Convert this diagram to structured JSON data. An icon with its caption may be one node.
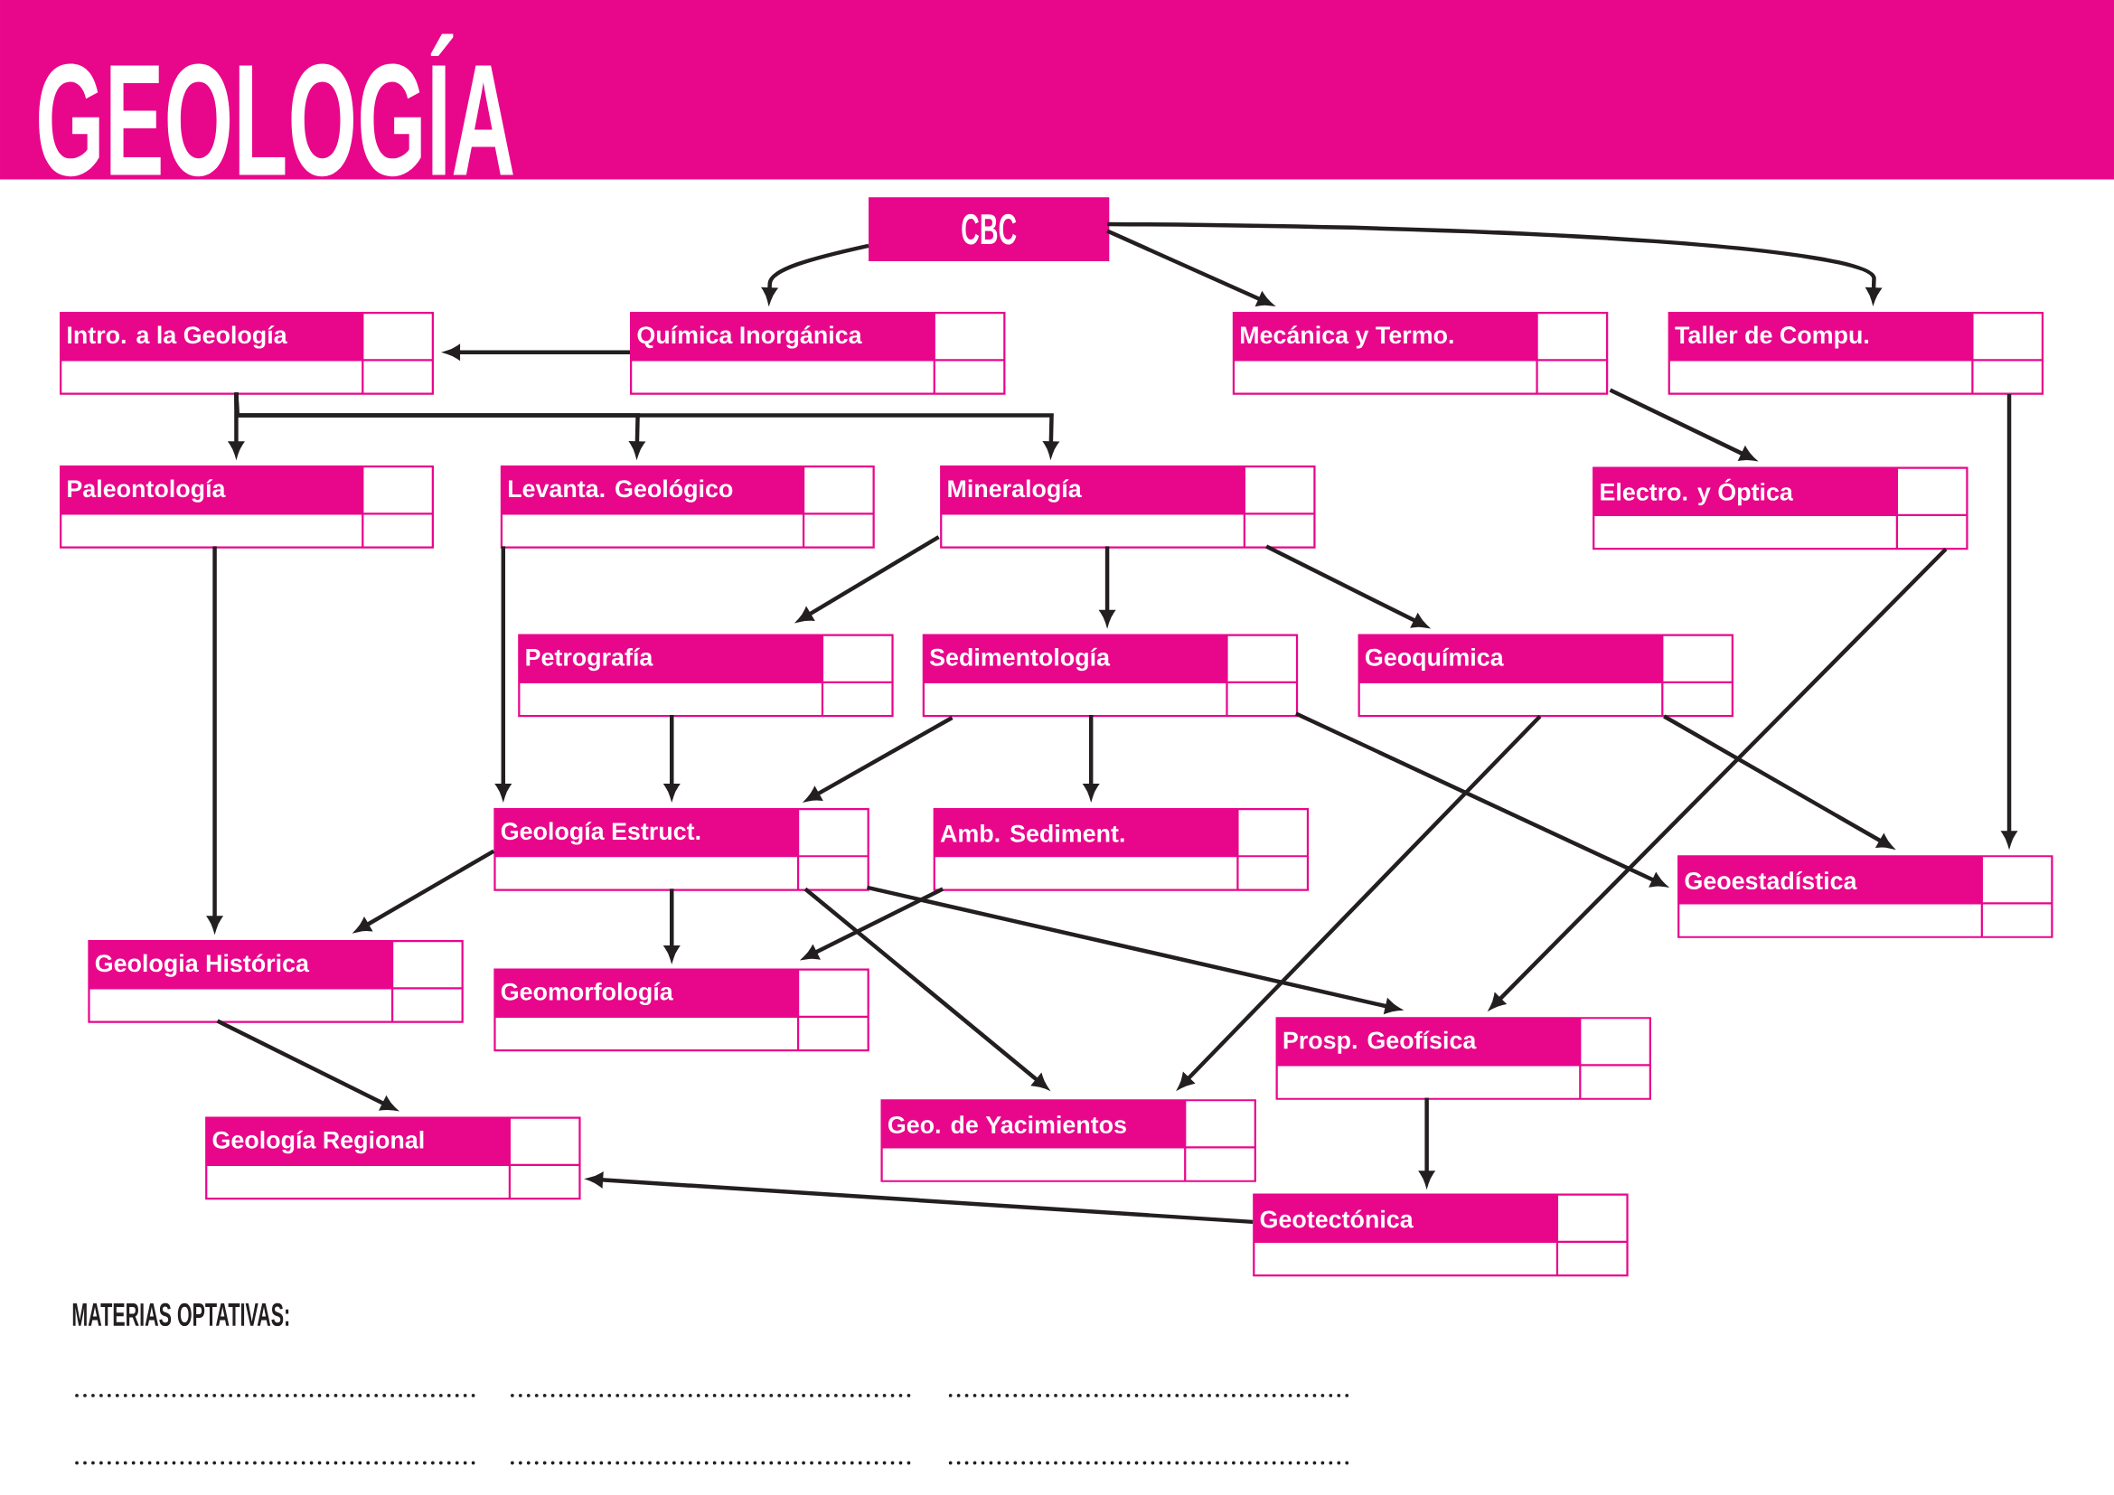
{
  "diagram": {
    "title": "GEOLOGÍA",
    "nodes": [
      {
        "text": [
          "CBC"
        ]
      },
      {
        "text": [
          "Intro. a la Geología"
        ]
      },
      {
        "text": [
          "Química Inorgánica"
        ]
      },
      {
        "text": [
          "Mecánica y Termo."
        ]
      },
      {
        "text": [
          "Taller de Compu."
        ]
      },
      {
        "text": [
          "Paleontología"
        ]
      },
      {
        "text": [
          "Levanta. Geológico"
        ]
      },
      {
        "text": [
          "Mineralogía"
        ]
      },
      {
        "text": [
          "Electro. y Óptica"
        ]
      },
      {
        "text": [
          "Petrografía"
        ]
      },
      {
        "text": [
          "Sedimentología"
        ]
      },
      {
        "text": [
          "Geoquímica"
        ]
      },
      {
        "text": [
          "Geología Estruct."
        ]
      },
      {
        "text": [
          "Amb. Sediment."
        ]
      },
      {
        "text": [
          "Geoestadística"
        ]
      },
      {
        "text": [
          "Geologia Histórica"
        ]
      },
      {
        "text": [
          "Geomorfología"
        ]
      },
      {
        "text": [
          "Prosp. Geofísica"
        ]
      },
      {
        "text": [
          "Geo. de Yacimientos"
        ]
      },
      {
        "text": [
          "Geología Regional"
        ]
      },
      {
        "text": [
          "Geotectónica"
        ]
      }
    ],
    "edges": [
      {
        "from": 0,
        "to": 2,
        "arrow": "to"
      },
      {
        "from": 0,
        "to": 3,
        "arrow": "to"
      },
      {
        "from": 0,
        "to": 4,
        "arrow": "to"
      },
      {
        "from": 2,
        "to": 1,
        "arrow": "to"
      },
      {
        "from": 1,
        "to": 5,
        "arrow": "to"
      },
      {
        "from": 1,
        "to": 6,
        "arrow": "to"
      },
      {
        "from": 1,
        "to": 7,
        "arrow": "to"
      },
      {
        "from": 3,
        "to": 8,
        "arrow": "to"
      },
      {
        "from": 4,
        "to": 14,
        "arrow": "to"
      },
      {
        "from": 5,
        "to": 15,
        "arrow": "to"
      },
      {
        "from": 6,
        "to": 12,
        "arrow": "to"
      },
      {
        "from": 7,
        "to": 9,
        "arrow": "to"
      },
      {
        "from": 7,
        "to": 10,
        "arrow": "to"
      },
      {
        "from": 7,
        "to": 11,
        "arrow": "to"
      },
      {
        "from": 8,
        "to": 17,
        "arrow": "to"
      },
      {
        "from": 9,
        "to": 12,
        "arrow": "to"
      },
      {
        "from": 10,
        "to": 12,
        "arrow": "to"
      },
      {
        "from": 10,
        "to": 13,
        "arrow": "to"
      },
      {
        "from": 10,
        "to": 14,
        "arrow": "to"
      },
      {
        "from": 11,
        "to": 18,
        "arrow": "to"
      },
      {
        "from": 11,
        "to": 14,
        "arrow": "to"
      },
      {
        "from": 12,
        "to": 15,
        "arrow": "to"
      },
      {
        "from": 12,
        "to": 16,
        "arrow": "to"
      },
      {
        "from": 12,
        "to": 18,
        "arrow": "to"
      },
      {
        "from": 12,
        "to": 17,
        "arrow": "to"
      },
      {
        "from": 13,
        "to": 16,
        "arrow": "to"
      },
      {
        "from": 15,
        "to": 19,
        "arrow": "to"
      },
      {
        "from": 17,
        "to": 20,
        "arrow": "to"
      },
      {
        "from": 20,
        "to": 19,
        "arrow": "to"
      }
    ],
    "labels": [
      "MATERIAS OPTATIVAS:"
    ]
  }
}
